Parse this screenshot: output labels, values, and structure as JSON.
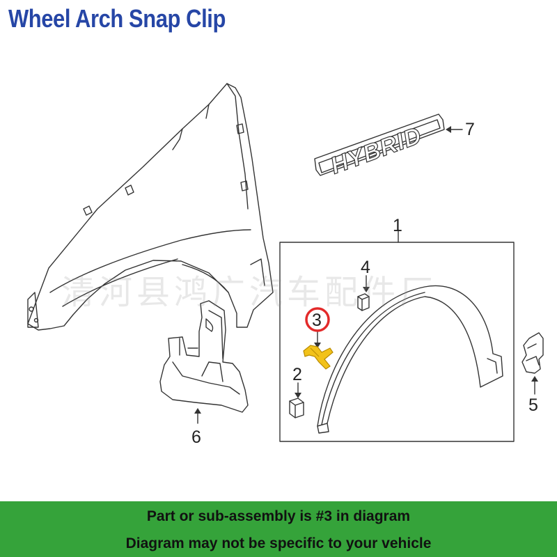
{
  "header": {
    "title": "Wheel Arch Snap Clip"
  },
  "watermark": {
    "text": "清河县鸿广汽车配件厂"
  },
  "diagram": {
    "emblem_text": "HYBRID",
    "highlight_color": "#e32a2a",
    "clip_color": "#f2c21a",
    "callouts": {
      "c1": "1",
      "c2": "2",
      "c3": "3",
      "c4": "4",
      "c5": "5",
      "c6": "6",
      "c7": "7"
    }
  },
  "footer": {
    "line1": "Part or sub-assembly is #3 in diagram",
    "line2": "Diagram may not be specific to your vehicle",
    "background": "#35a33a"
  }
}
